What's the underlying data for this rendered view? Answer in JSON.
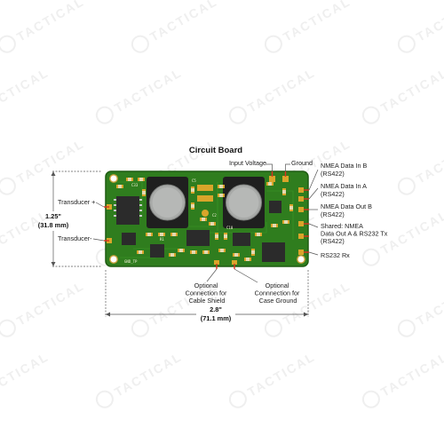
{
  "watermark": {
    "text": "TACTICAL"
  },
  "diagram": {
    "title": "Circuit Board",
    "labels": {
      "input_voltage": "Input Voltage",
      "ground": "Ground",
      "nmea_in_b": [
        "NMEA Data In B",
        "(RS422)"
      ],
      "nmea_in_a": [
        "NMEA Data In A",
        "(RS422)"
      ],
      "nmea_out_b": [
        "NMEA Data Out B",
        "(RS422)"
      ],
      "shared": [
        "Shared: NMEA",
        "Data Out A & RS232 Tx",
        "(RS422)"
      ],
      "rs232_rx": "RS232 Rx",
      "transducer_plus": "Transducer +",
      "transducer_minus": "Transducer-",
      "cable_shield": [
        "Optional",
        "Connection for",
        "Cable Shield"
      ],
      "case_ground": [
        "Optional",
        "Connnection for",
        "Case Ground"
      ]
    },
    "dimensions": {
      "height_in": "1.25\"",
      "height_mm": "(31.8 mm)",
      "width_in": "2.8\"",
      "width_mm": "(71.1 mm)"
    }
  },
  "colors": {
    "board": "#2f7d1e",
    "board_dark": "#1f5c12",
    "pad": "#d9a52a",
    "pin_marker": "#e03020",
    "chip": "#2b2b2b",
    "watermark": "#efefef"
  }
}
